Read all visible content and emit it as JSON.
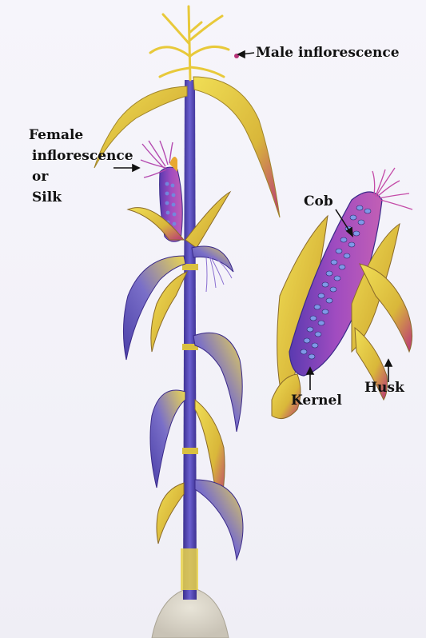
{
  "labels": {
    "male": "Male inflorescence",
    "female_line1": "Female",
    "female_line2": "inflorescence",
    "female_line3": "or",
    "female_line4": "Silk",
    "cob": "Cob",
    "kernel": "Kernel",
    "husk": "Husk"
  },
  "colors": {
    "background": "#f4f3f8",
    "stalk": "#4a3fa8",
    "leaf_yellow": "#e8d24a",
    "leaf_magenta": "#b8337a",
    "cob_purple": "#8a3fb0",
    "kernel_blue": "#5a6fd0",
    "label_text": "#111111"
  }
}
